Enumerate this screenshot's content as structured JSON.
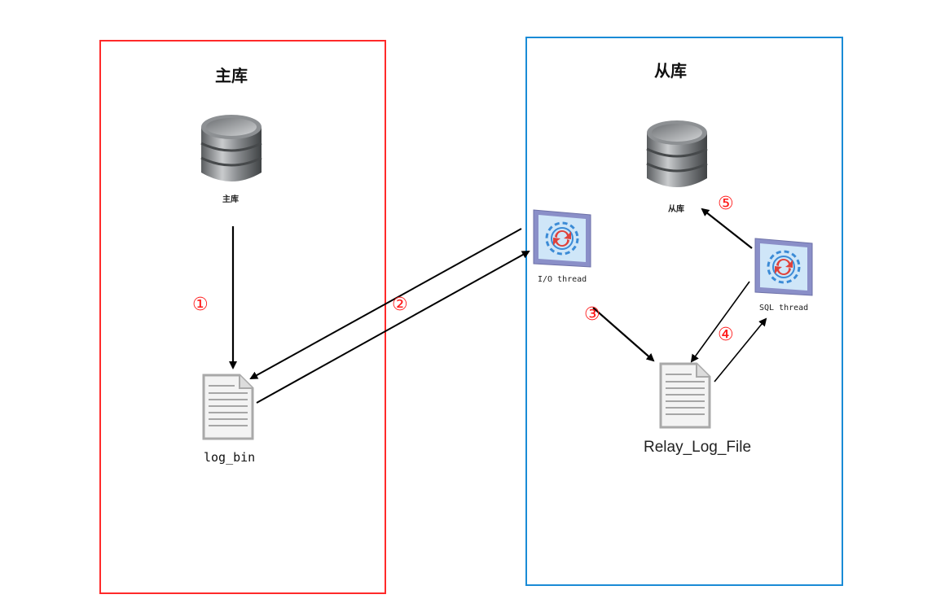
{
  "master": {
    "title": "主库",
    "db_label": "主库",
    "file_label": "log_bin",
    "border_color": "#ff2a2a"
  },
  "slave": {
    "title": "从库",
    "db_label": "从库",
    "io_thread_label": "I/O thread",
    "sql_thread_label": "SQL thread",
    "file_label": "Relay_Log_File",
    "border_color": "#1a8bd6"
  },
  "steps": [
    "①",
    "②",
    "③",
    "④",
    "⑤"
  ],
  "step_color": "#ff1a1a"
}
